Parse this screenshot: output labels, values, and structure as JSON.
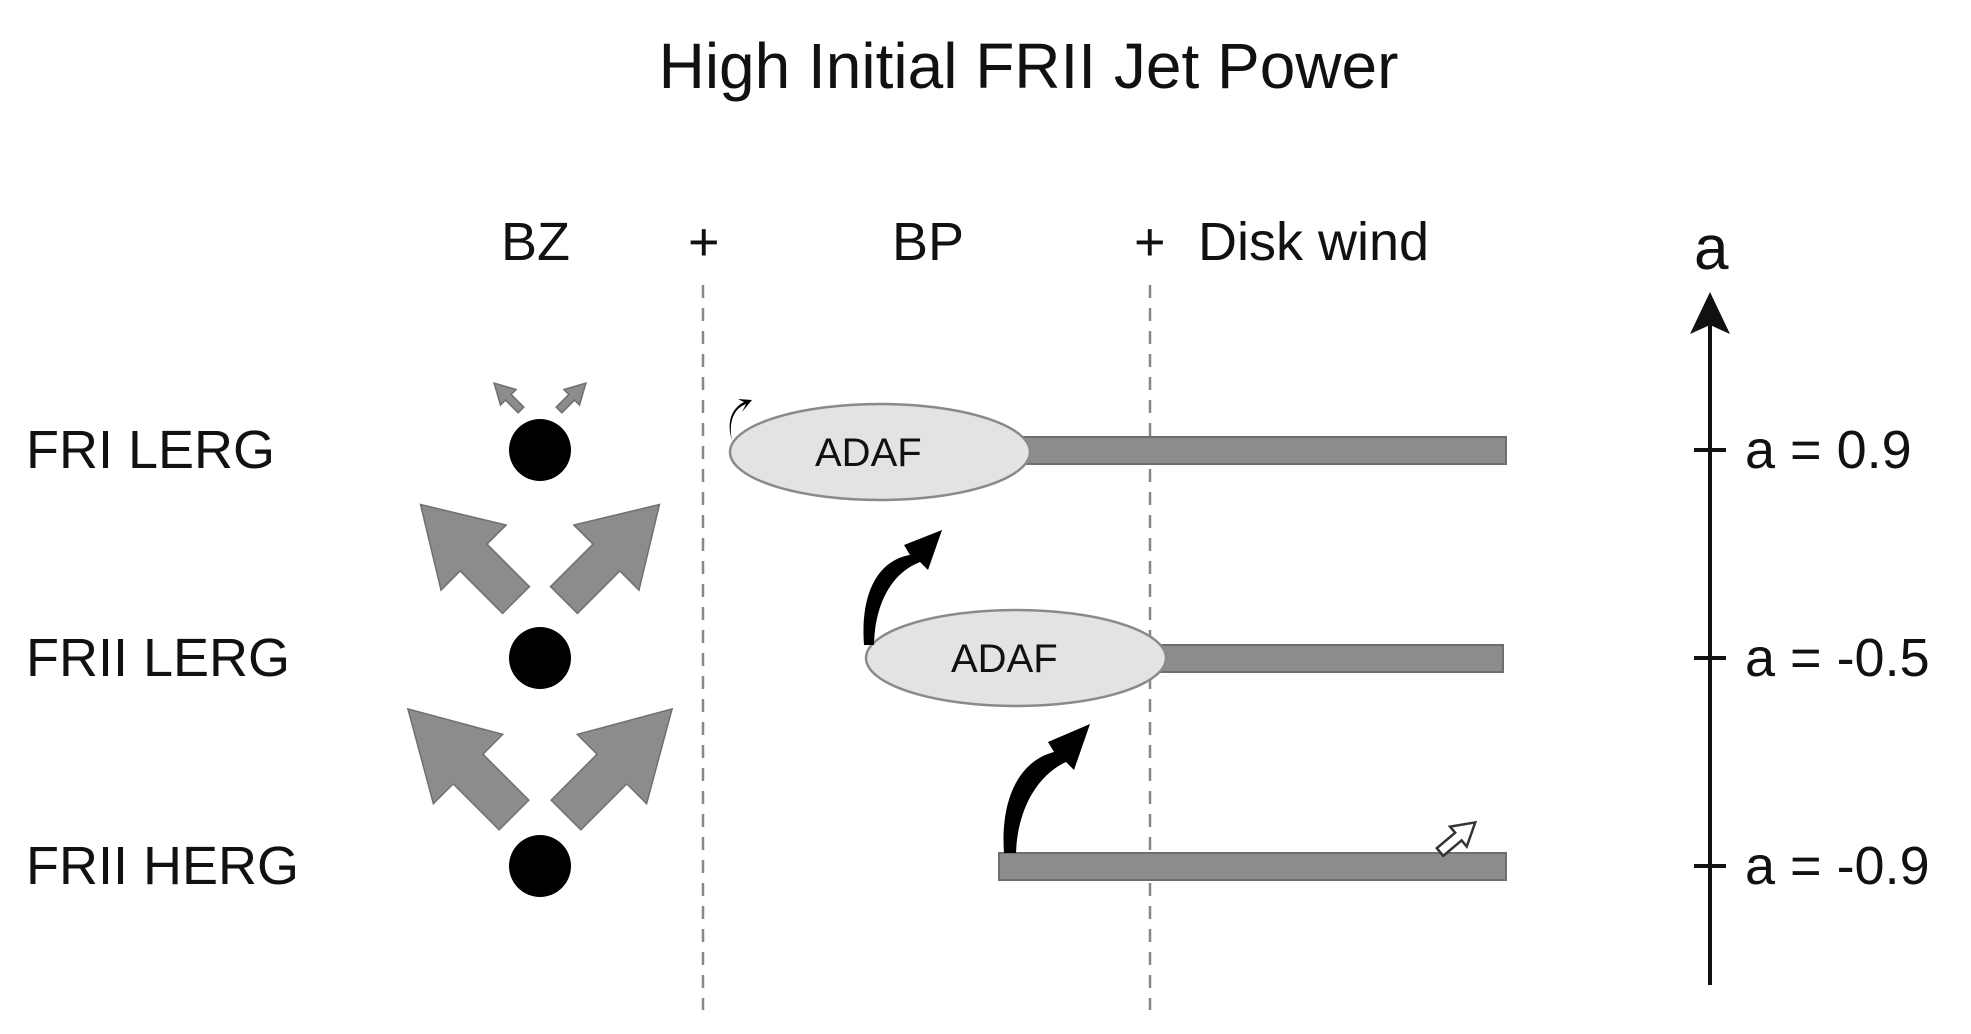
{
  "title": "High Initial FRII Jet Power",
  "headers": {
    "bz": "BZ",
    "plus1": "+",
    "bp": "BP",
    "plus2": "+",
    "disk_wind": "Disk wind"
  },
  "rows": [
    {
      "label": "FRI LERG",
      "disk": "ADAF",
      "spin_label": "a = 0.9"
    },
    {
      "label": "FRII LERG",
      "disk": "ADAF",
      "spin_label": "a = -0.5"
    },
    {
      "label": "FRII HERG",
      "disk": "",
      "spin_label": "a = -0.9"
    }
  ],
  "axis": {
    "name": "a"
  },
  "colors": {
    "black_hole": "#000000",
    "bz_arrow": "#8c8c8c",
    "disk_bar": "#8c8c8c",
    "adaf_fill": "#e3e3e3",
    "transition_arrow": "#000000",
    "guide_line": "#888888"
  }
}
